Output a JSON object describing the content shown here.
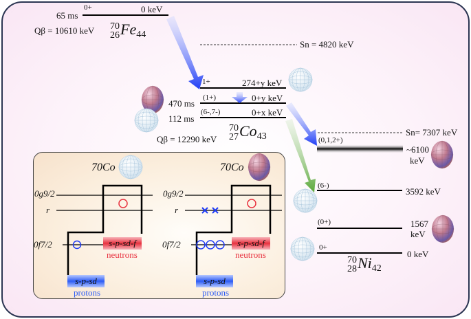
{
  "fe70": {
    "half_life": "65 ms",
    "spin": "0+",
    "energy": "0 keV",
    "q_beta": "Qβ = 10610 keV",
    "symbol": {
      "A": "70",
      "Z": "26",
      "element": "Fe",
      "N": "44"
    }
  },
  "co70": {
    "sn": "Sn = 4820 keV",
    "levels": [
      {
        "spin": "1+",
        "energy": "274+y keV",
        "half_life": ""
      },
      {
        "spin": "(1+)",
        "energy": "0+y keV",
        "half_life": "470 ms"
      },
      {
        "spin": "(6-,7-)",
        "energy": "0+x keV",
        "half_life": "112 ms"
      }
    ],
    "q_beta": "Qβ = 12290 keV",
    "symbol": {
      "A": "70",
      "Z": "27",
      "element": "Co",
      "N": "43"
    }
  },
  "ni70": {
    "sn": "Sn= 7307 keV",
    "levels": [
      {
        "spin": "(0,1,2+)",
        "energy_line1": "~6100",
        "energy_line2": "keV"
      },
      {
        "spin": "(6-)",
        "energy": "3592 keV"
      },
      {
        "spin": "(0+)",
        "energy_line1": "1567",
        "energy_line2": "keV"
      },
      {
        "spin": "0+",
        "energy": "0 keV"
      }
    ],
    "symbol": {
      "A": "70",
      "Z": "28",
      "element": "Ni",
      "N": "42"
    }
  },
  "inset": {
    "panels": [
      {
        "title": "70Co",
        "orbitals": [
          "0g9/2",
          "r",
          "0f7/2"
        ],
        "neutron_space": "s-p-sd-f",
        "neutron_label": "neutrons",
        "proton_space": "s-p-sd",
        "proton_label": "protons"
      },
      {
        "title": "70Co",
        "orbitals": [
          "0g9/2",
          "r",
          "0f7/2"
        ],
        "neutron_space": "s-p-sd-f",
        "neutron_label": "neutrons",
        "proton_space": "s-p-sd",
        "proton_label": "protons"
      }
    ]
  },
  "colors": {
    "beta_arrow": "#1f3cf5",
    "green_arrow": "#5aa83a",
    "frame": "#2b3552",
    "neutron": "#e8323f",
    "proton": "#2d5cf5"
  }
}
